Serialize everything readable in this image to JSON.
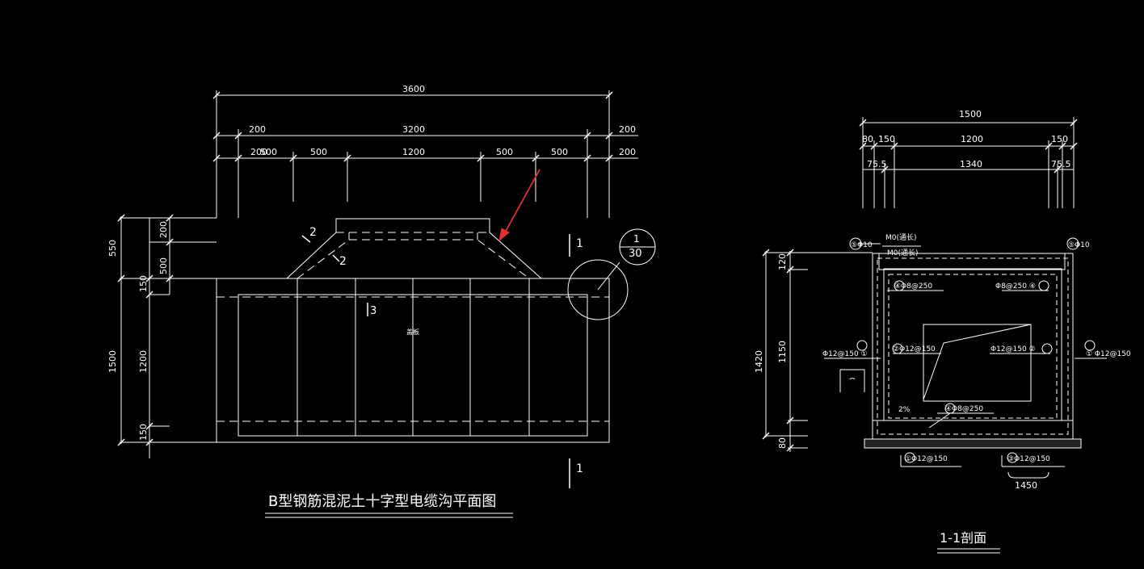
{
  "plan": {
    "title": "B型钢筋混泥土十字型电缆沟平面图",
    "dims": {
      "overall": "3600",
      "inner": "3200",
      "left_offset": "200",
      "right_offset": "200",
      "seg_a": "200",
      "seg_b": "500",
      "seg_c": "500",
      "seg_d": "1200",
      "seg_e": "500",
      "seg_f": "500",
      "seg_g": "200",
      "left_550": "550",
      "left_200": "200",
      "left_500": "500",
      "left_150_top": "150",
      "left_1500": "1500",
      "left_1200": "1200",
      "left_150_bottom": "150"
    },
    "section_mark_top": "1",
    "section_mark_bottom": "1",
    "section_mark_3": "3",
    "mark_2a": "2",
    "mark_2b": "2",
    "detail_num": "1",
    "detail_scale": "30",
    "center_text": "盖板"
  },
  "section": {
    "title": "1-1剖面",
    "dims": {
      "top": "1500",
      "d80": "80",
      "d150a": "150",
      "d1200": "1200",
      "d150b": "150",
      "d75a": "75.5",
      "d1340": "1340",
      "d75b": "75.5",
      "h1420": "1420",
      "h120": "120",
      "h1150": "1150",
      "h80": "80",
      "bottom": "1450"
    },
    "rebar": {
      "r5_left": "⑤Φ10",
      "r5_right": "⑤Φ10",
      "m0_top": "M0(通长)",
      "m0_inner": "M0(通长)",
      "r4_left": "④Φ8@250",
      "r4_right": "Φ8@250 ④",
      "r1_left": "Φ12@150 ①",
      "r2_left": "②Φ12@150",
      "r2_right": "Φ12@150 ②",
      "r1_right": "① Φ12@150",
      "r4_bottom": "④Φ8@250",
      "r1_bottom": "①Φ12@150",
      "r3_bottom": "③Φ12@150",
      "slope": "2%"
    }
  }
}
